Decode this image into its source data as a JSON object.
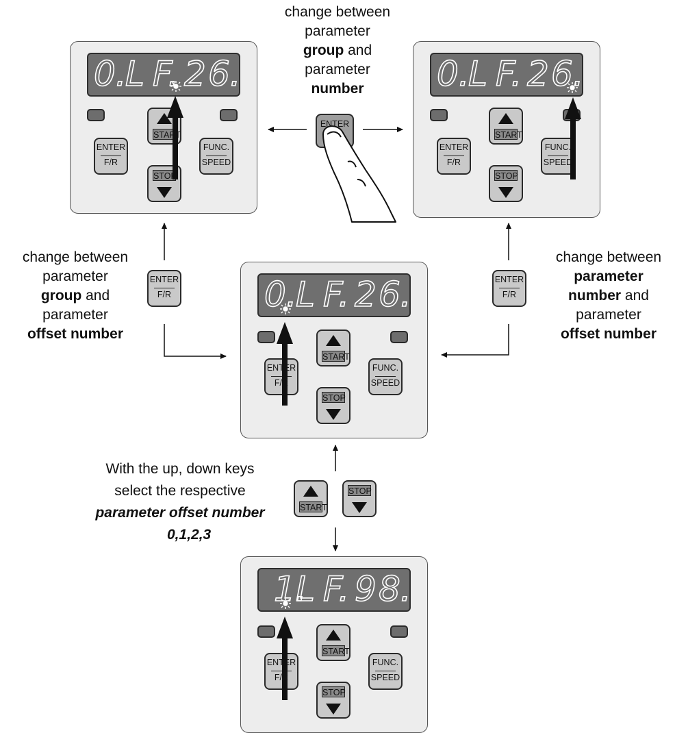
{
  "panels": {
    "top_left": {
      "display": [
        "0.",
        "L",
        "F.",
        "2",
        "6."
      ]
    },
    "top_right": {
      "display": [
        "0.",
        "L",
        "F.",
        "2",
        "6."
      ]
    },
    "middle": {
      "display": [
        "0.",
        "L",
        "F.",
        "2",
        "6."
      ]
    },
    "bottom": {
      "display": [
        "1.",
        "L",
        "F.",
        "9",
        "8."
      ]
    }
  },
  "keys": {
    "enter": "ENTER",
    "fr": "F/R",
    "func": "FUNC.",
    "speed": "SPEED",
    "start": "START",
    "stop": "STOP"
  },
  "labels": {
    "top": {
      "l1": "change between",
      "l2": "parameter",
      "l3_bold": "group",
      "l3_rest": " and",
      "l4": "parameter",
      "l5_bold": "number"
    },
    "left": {
      "l1": "change between",
      "l2": "parameter",
      "l3_bold": "group",
      "l3_rest": " and",
      "l4": "parameter",
      "l5_bold": "offset number"
    },
    "right": {
      "l1": "change between",
      "l2_bold": "parameter",
      "l3_bold": "number",
      "l3_rest": " and",
      "l4": "parameter",
      "l5_bold": "offset number"
    },
    "bottom": {
      "l1": "With the up, down keys",
      "l2": "select the respective",
      "l3_bolditalic": "parameter offset number",
      "l4_bolditalic": "0,1,2,3"
    }
  }
}
